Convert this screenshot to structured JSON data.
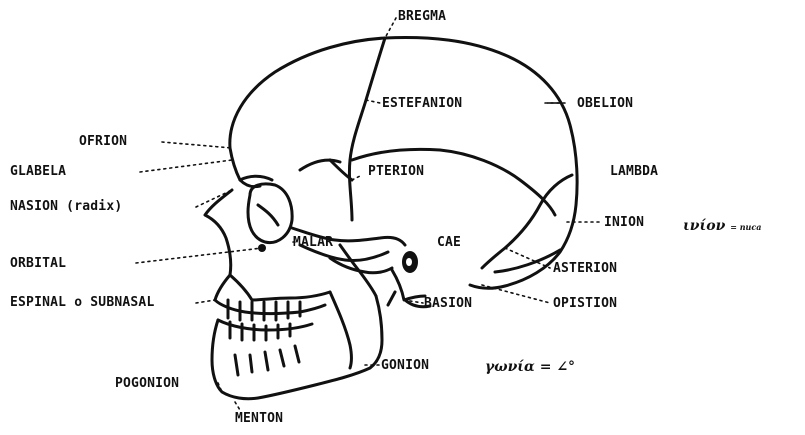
{
  "colors": {
    "ink": "#111111",
    "background": "#ffffff"
  },
  "labels": {
    "bregma": "BREGMA",
    "estefanion": "ESTEFANION",
    "obelion": "OBELION",
    "ofrion": "OFRION",
    "glabela": "GLABELA",
    "pterion": "PTERION",
    "lambda": "LAMBDA",
    "nasion": "NASION (radix)",
    "inion": "INION",
    "orbital": "ORBITAL",
    "malar": "MALAR",
    "cae": "CAE",
    "asterion": "ASTERION",
    "espinal": "ESPINAL o SUBNASAL",
    "basion": "BASION",
    "opistion": "OPISTION",
    "gonion": "GONION",
    "pogonion": "POGONION",
    "menton": "MENTON"
  },
  "handwritten": {
    "inion_note_main": "ινίον",
    "inion_note_small": "= nuca",
    "gonion_note": "γωνία = ∠°"
  }
}
